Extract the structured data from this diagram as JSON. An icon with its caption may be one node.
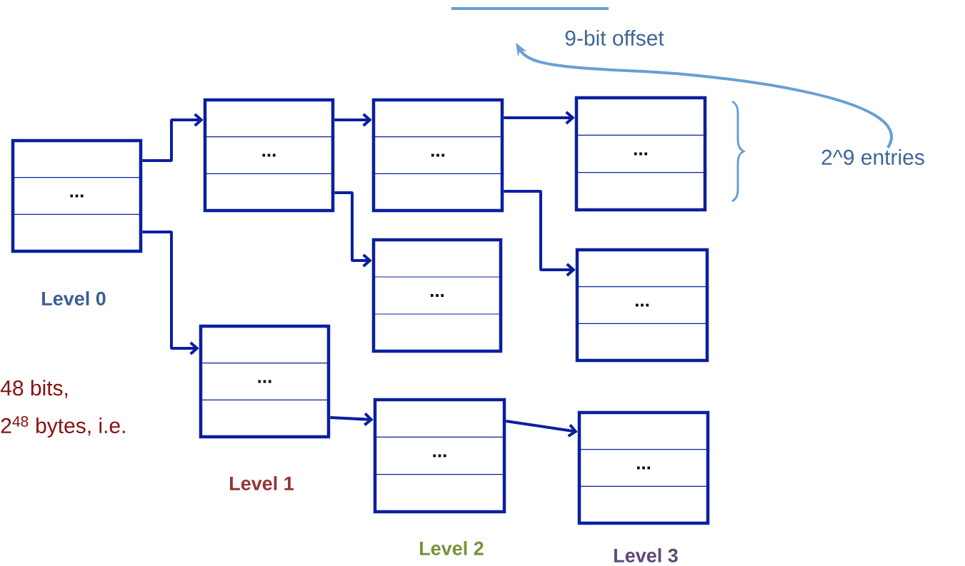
{
  "diagram": {
    "nodes": [
      {
        "text": [
          "..."
        ]
      },
      {
        "text": [
          "..."
        ]
      },
      {
        "text": [
          "..."
        ]
      },
      {
        "text": [
          "..."
        ]
      },
      {
        "text": [
          "..."
        ]
      },
      {
        "text": [
          "..."
        ]
      },
      {
        "text": [
          "..."
        ]
      },
      {
        "text": [
          "..."
        ]
      },
      {
        "text": [
          "..."
        ]
      },
      {
        "text": [
          "2^9 entries"
        ]
      }
    ],
    "edges": [
      {
        "from": 0,
        "to": 1,
        "arrow": "to"
      },
      {
        "from": 0,
        "to": 6,
        "arrow": "to"
      },
      {
        "from": 1,
        "to": 2,
        "arrow": "to"
      },
      {
        "from": 1,
        "to": 4,
        "arrow": "to"
      },
      {
        "from": 2,
        "to": 3,
        "arrow": "to"
      },
      {
        "from": 2,
        "to": 5,
        "arrow": "to"
      },
      {
        "from": 6,
        "to": 7,
        "arrow": "to"
      },
      {
        "from": 7,
        "to": 8,
        "arrow": "to"
      },
      {
        "from": 9,
        "to": null,
        "arrow": "to",
        "color": "#6a9fd2"
      }
    ],
    "labels": [
      "9-bit offset",
      "Level 0",
      "48 bits,",
      "2$^{48}$ bytes, i.e.",
      "Level 1",
      "Level 2",
      "Level 3"
    ]
  }
}
